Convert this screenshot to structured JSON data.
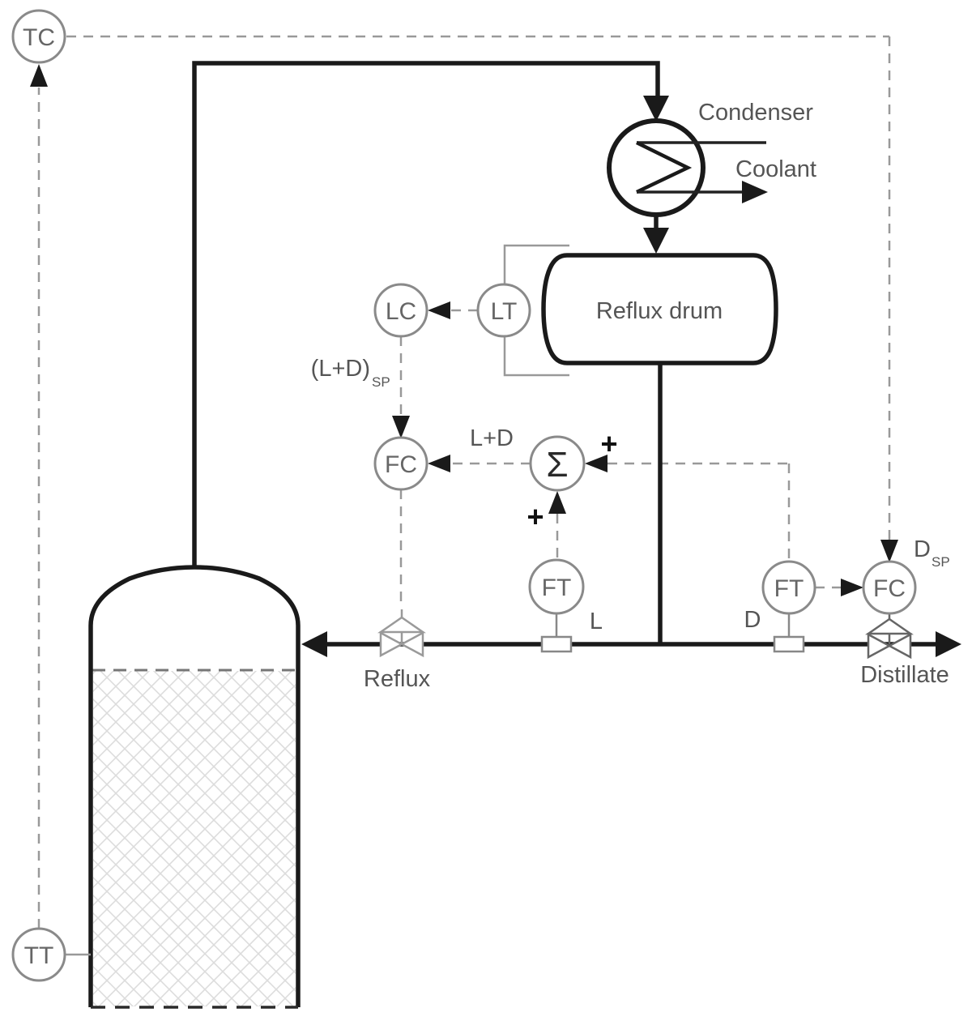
{
  "diagram": {
    "type": "distillation-column-reflux-control-pid",
    "instruments": {
      "tc": "TC",
      "tt": "TT",
      "lc": "LC",
      "lt": "LT",
      "fc_reflux": "FC",
      "ft_reflux": "FT",
      "fc_distillate": "FC",
      "ft_distillate": "FT",
      "summer": "Σ"
    },
    "labels": {
      "condenser": "Condenser",
      "coolant": "Coolant",
      "reflux_drum": "Reflux drum",
      "reflux": "Reflux",
      "distillate": "Distillate",
      "reflux_flow": "L",
      "distillate_flow": "D",
      "l_plus_d": "L+D",
      "l_plus_d_setpoint_main": "(L+D)",
      "setpoint_subscript": "SP",
      "distillate_setpoint_main": "D",
      "plus": "+"
    },
    "colors": {
      "process_line": "#1a1a1a",
      "signal_line": "#999999",
      "instrument_stroke": "#8a8a8a",
      "instrument_text": "#666666",
      "label_text": "#555555",
      "hatch_line": "#dcdcdc",
      "valve_reflux": "#9a9a9a",
      "valve_distillate": "#666666",
      "background": "#ffffff"
    }
  }
}
